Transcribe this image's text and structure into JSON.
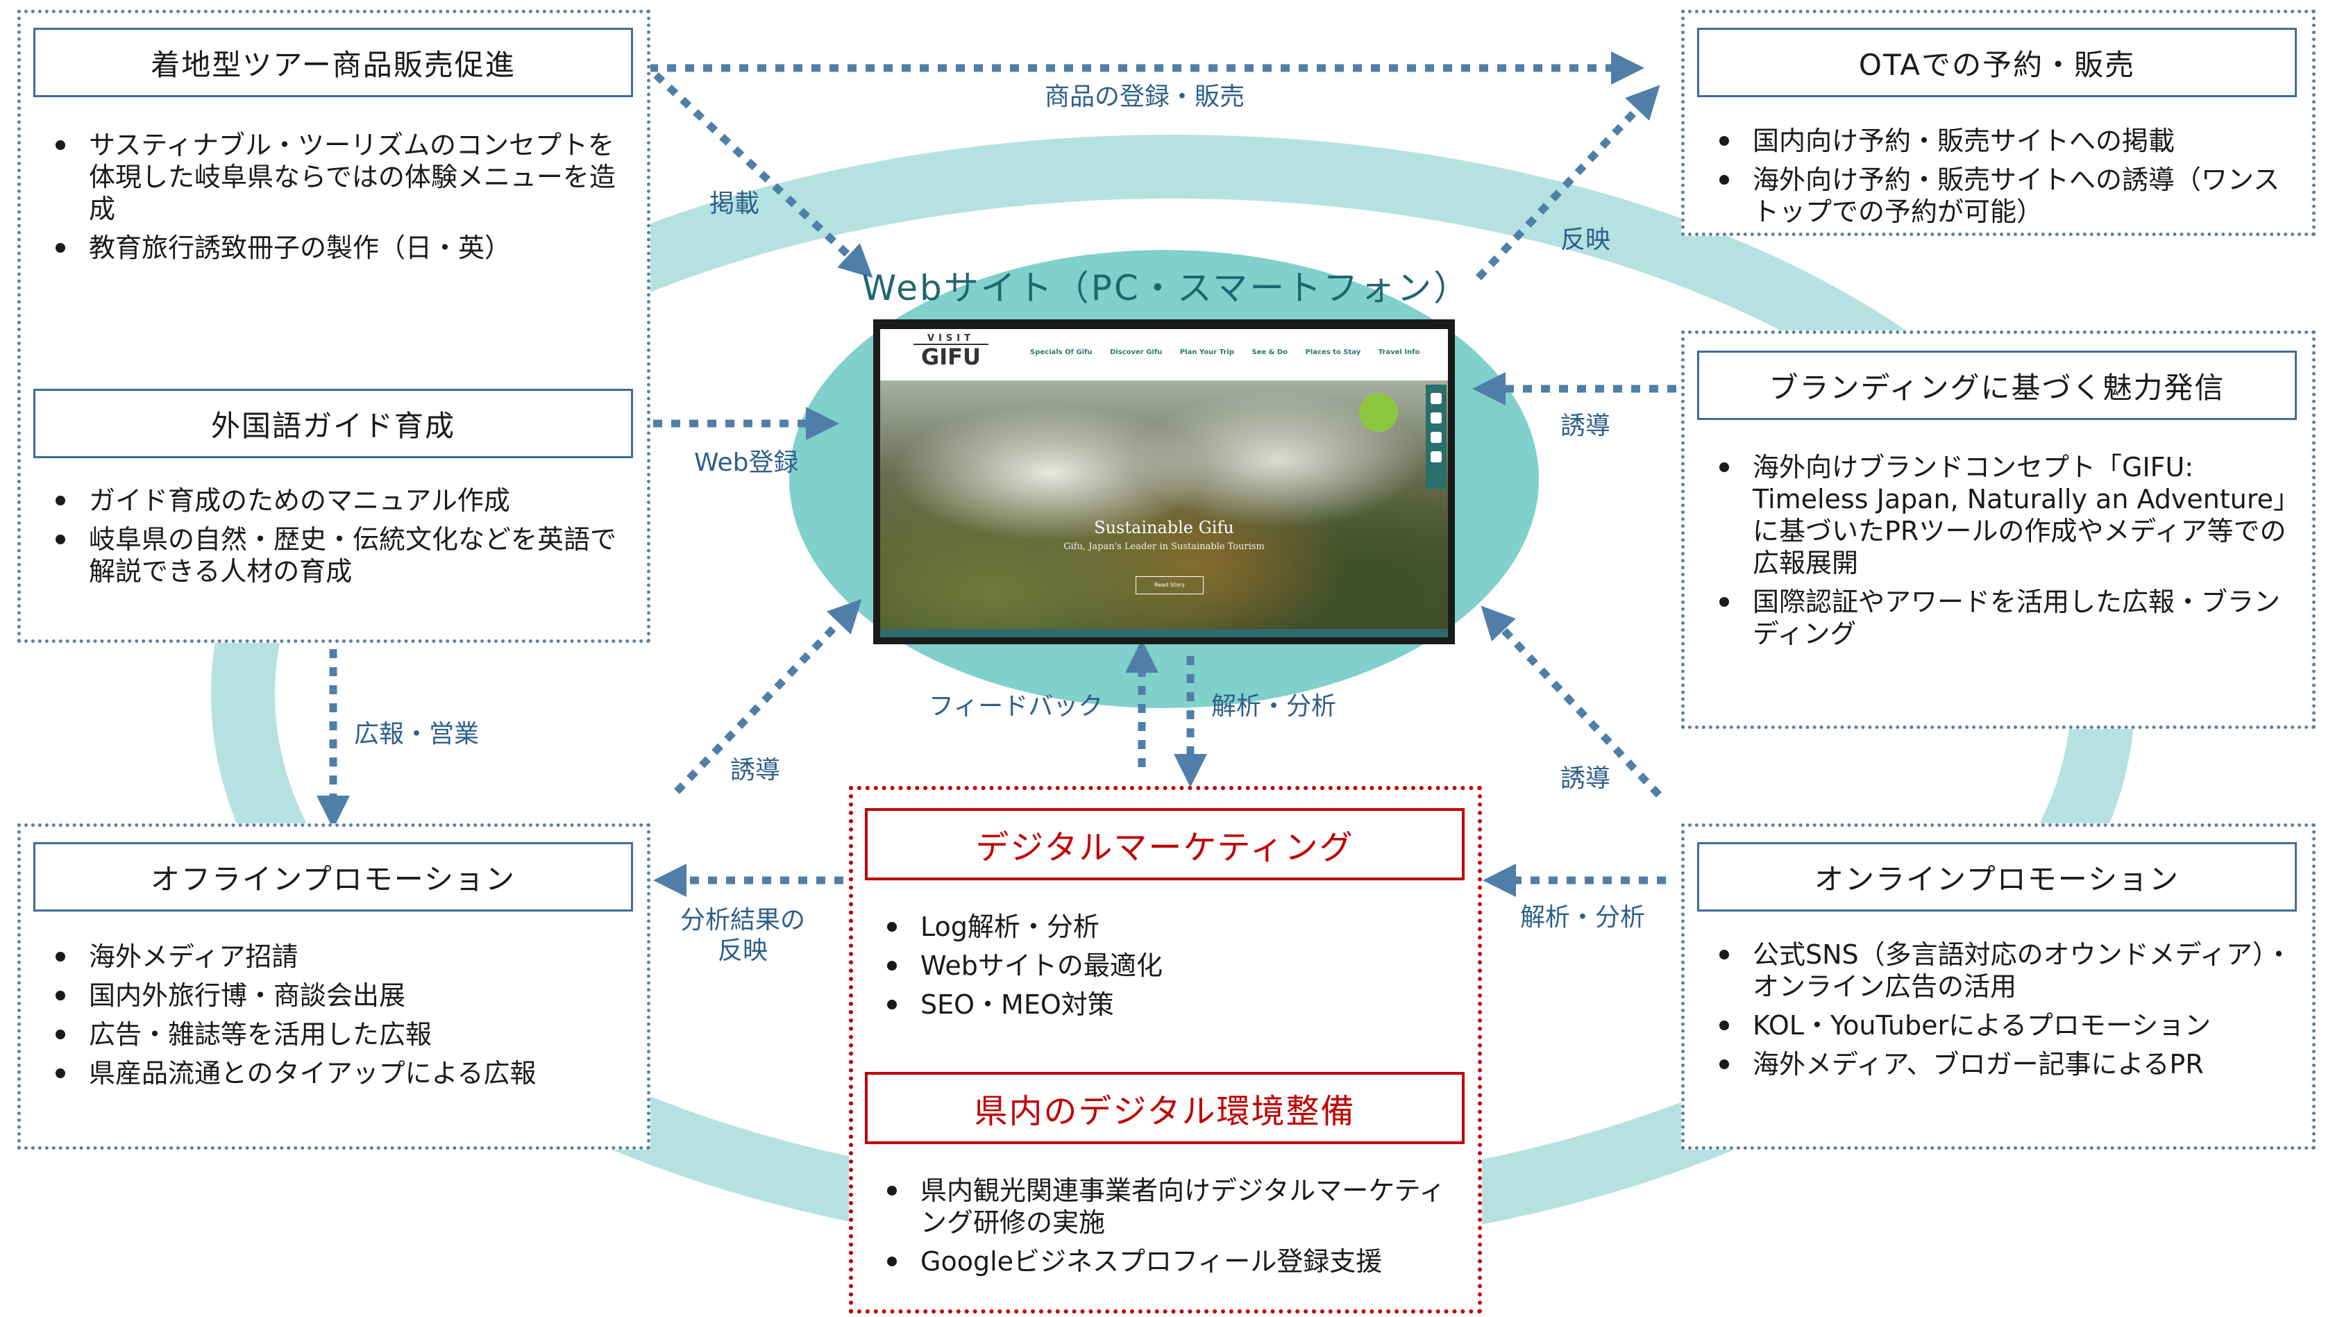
{
  "colors": {
    "ring": "#b5e2e1",
    "ellipse": "#80d0cc",
    "arrow": "#4f7fa8",
    "panel_border": "#5a7fa6",
    "red": "#c00000"
  },
  "center": {
    "title": "Webサイト（PC・スマートフォン）",
    "site": {
      "logo_top": "VISIT",
      "logo_main": "GIFU",
      "nav": [
        "Specials Of Gifu",
        "Discover Gifu",
        "Plan Your Trip",
        "See & Do",
        "Places to Stay",
        "Travel Info"
      ],
      "hero_title": "Sustainable Gifu",
      "hero_subtitle": "Gifu, Japan's Leader in Sustainable Tourism",
      "hero_button": "Read Story"
    }
  },
  "panels": {
    "tour": {
      "title": "着地型ツアー商品販売促進",
      "items": [
        "サスティナブル・ツーリズムのコンセプトを体現した岐阜県ならではの体験メニューを造成",
        "教育旅行誘致冊子の製作（日・英）"
      ]
    },
    "guide": {
      "title": "外国語ガイド育成",
      "items": [
        "ガイド育成のためのマニュアル作成",
        "岐阜県の自然・歴史・伝統文化などを英語で解説できる人材の育成"
      ]
    },
    "offline": {
      "title": "オフラインプロモーション",
      "items": [
        "海外メディア招請",
        "国内外旅行博・商談会出展",
        "広告・雑誌等を活用した広報",
        "県産品流通とのタイアップによる広報"
      ]
    },
    "ota": {
      "title": "OTAでの予約・販売",
      "items": [
        "国内向け予約・販売サイトへの掲載",
        "海外向け予約・販売サイトへの誘導（ワンストップでの予約が可能）"
      ]
    },
    "branding": {
      "title": "ブランディングに基づく魅力発信",
      "items": [
        "海外向けブランドコンセプト「GIFU: Timeless Japan, Naturally an Adventure」に基づいたPRツールの作成やメディア等での広報展開",
        "国際認証やアワードを活用した広報・ブランディング"
      ]
    },
    "online": {
      "title": "オンラインプロモーション",
      "items": [
        "公式SNS（多言語対応のオウンドメディア）・オンライン広告の活用",
        "KOL・YouTuberによるプロモーション",
        "海外メディア、ブロガー記事によるPR"
      ]
    },
    "digital": {
      "title": "デジタルマーケティング",
      "items": [
        "Log解析・分析",
        "Webサイトの最適化",
        "SEO・MEO対策"
      ],
      "title2": "県内のデジタル環境整備",
      "items2": [
        "県内観光関連事業者向けデジタルマーケティング研修の実施",
        "Googleビジネスプロフィール登録支援"
      ]
    }
  },
  "arrow_labels": {
    "register_sell": "商品の登録・販売",
    "post": "掲載",
    "reflect": "反映",
    "web_register": "Web登録",
    "guide_top_right": "誘導",
    "pr_sales": "広報・営業",
    "guide_bottom_left": "誘導",
    "feedback": "フィードバック",
    "analysis_center": "解析・分析",
    "guide_bottom_right": "誘導",
    "result_line1": "分析結果の",
    "result_line2": "反映",
    "analysis_right": "解析・分析"
  }
}
